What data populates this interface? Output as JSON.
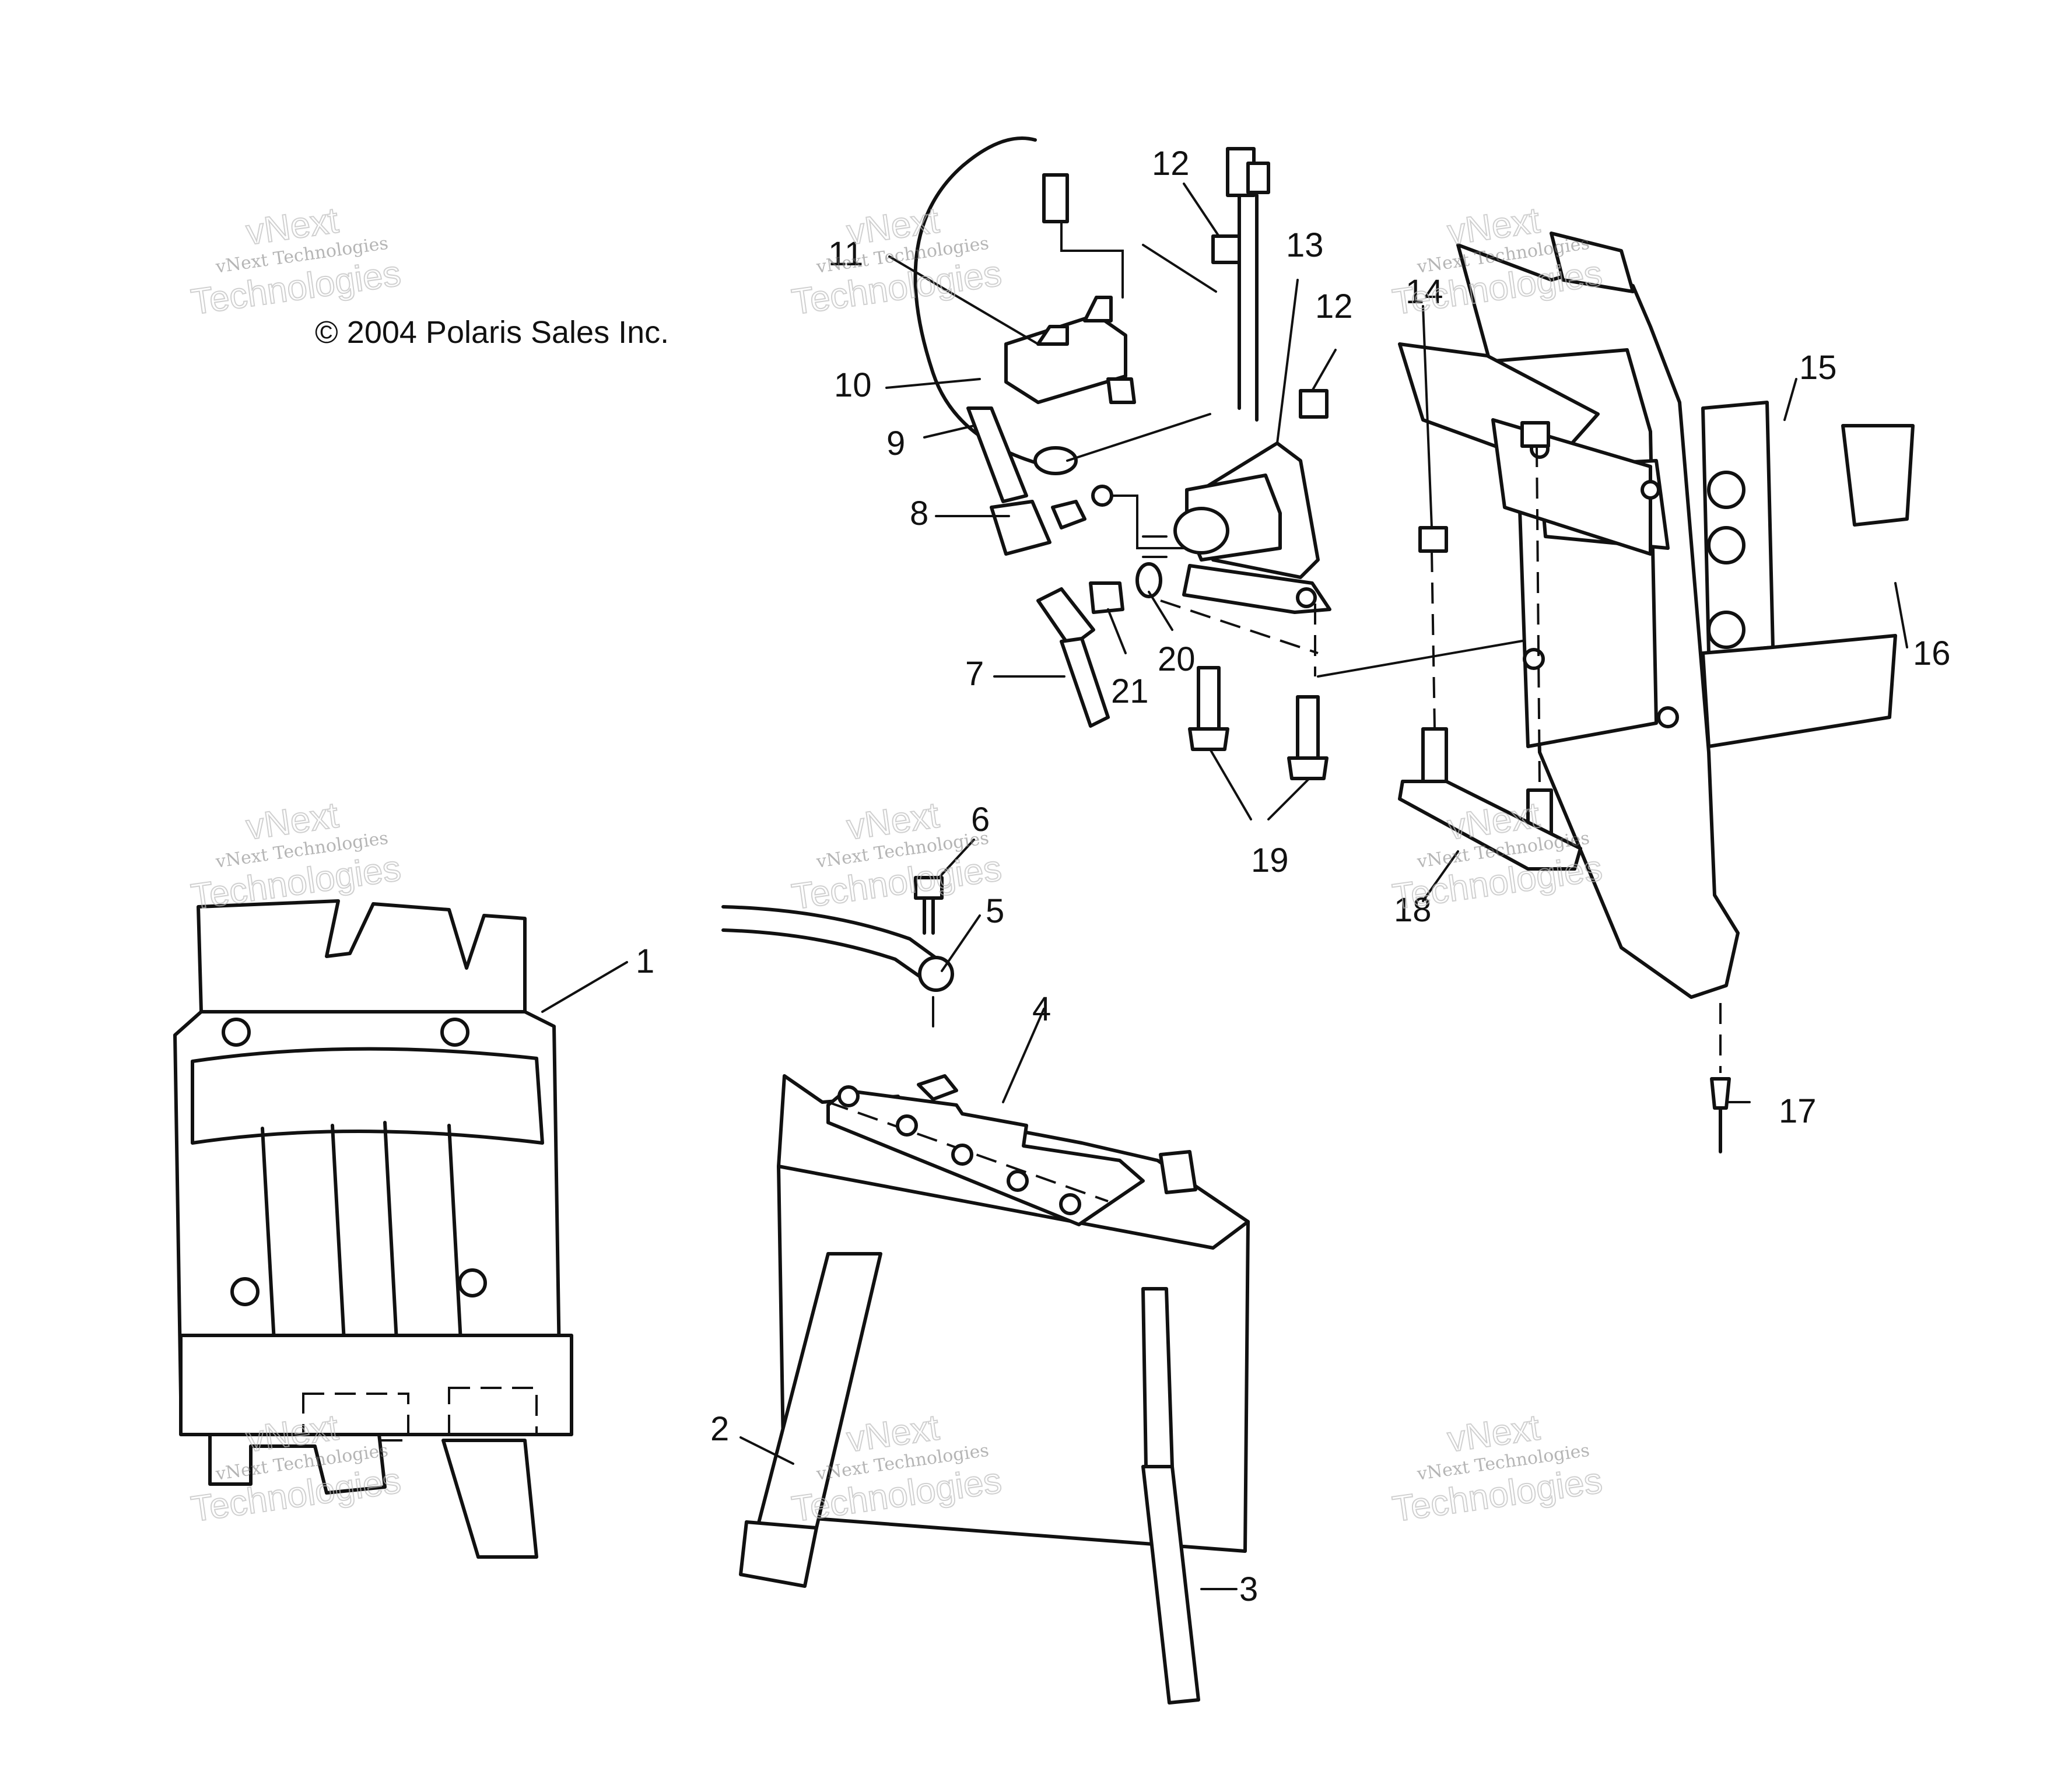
{
  "copyright": "© 2004 Polaris Sales Inc.",
  "watermark": {
    "small": "vNext Technologies",
    "big_top": "vNext",
    "big_bottom": "Technologies"
  },
  "callouts": [
    "1",
    "2",
    "3",
    "4",
    "5",
    "6",
    "7",
    "8",
    "9",
    "10",
    "11",
    "12",
    "12",
    "13",
    "14",
    "15",
    "16",
    "17",
    "18",
    "19",
    "20",
    "21"
  ]
}
